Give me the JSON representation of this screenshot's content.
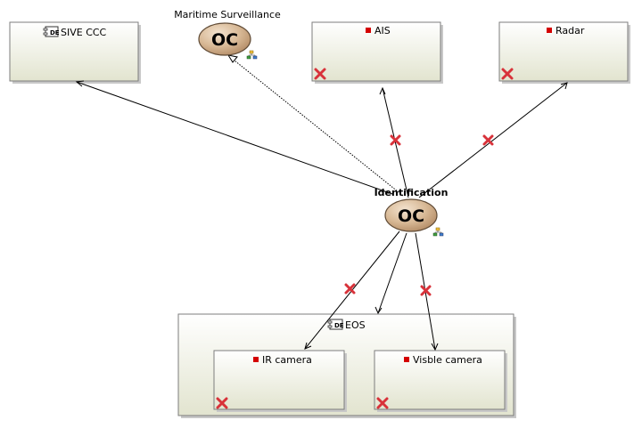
{
  "colors": {
    "box_fill_top": "#ffffff",
    "box_fill_bottom": "#e2e4cf",
    "box_stroke": "#7d7d7d",
    "shadow": "#c8c8c8",
    "oc_fill_light": "#f3e3cf",
    "oc_fill_dark": "#b18963",
    "oc_stroke": "#5f4a35",
    "error_red": "#d8323a",
    "marker_red": "#d40000",
    "edge": "#000000"
  },
  "nodes": {
    "sive_ccc": {
      "label": "SIVE CCC",
      "icon": "component-icon"
    },
    "ais": {
      "label": "AIS",
      "icon": "red-square-icon"
    },
    "radar": {
      "label": "Radar",
      "icon": "red-square-icon"
    },
    "eos": {
      "label": "EOS",
      "icon": "component-icon"
    },
    "ir_camera": {
      "label": "IR camera",
      "icon": "red-square-icon"
    },
    "visible_camera": {
      "label": "Visble camera",
      "icon": "red-square-icon"
    },
    "maritime_surveillance": {
      "label": "Maritime Surveillance",
      "symbol": "OC"
    },
    "identification": {
      "label": "Identification",
      "symbol": "OC"
    }
  }
}
